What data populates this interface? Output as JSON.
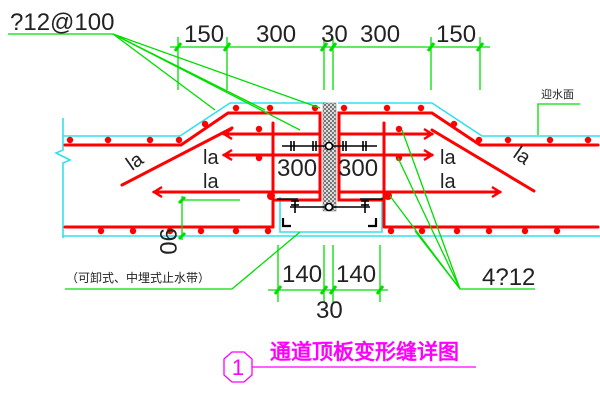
{
  "drawing": {
    "title": "通道顶板变形缝详图",
    "detail_number": "1",
    "colors": {
      "rebar": "#ff0000",
      "concrete_outline": "#33e0ee",
      "dimension": "#00dd00",
      "text": "#222222",
      "title": "#ff00ff",
      "joint_filler": "#aaaaaa",
      "waterstop": "#000000"
    }
  },
  "labels": {
    "top_rebar_callout": "?12@100",
    "bottom_rebar_callout": "4?12",
    "waterproof_face": "迎水面",
    "waterstop_note": "（可卸式、中埋式止水带）",
    "anchorage_length": "la"
  },
  "dimensions": {
    "top": [
      "150",
      "300",
      "30",
      "300",
      "150"
    ],
    "middle": [
      "300",
      "300"
    ],
    "bottom": [
      "140",
      "140"
    ],
    "bottom_gap": "30",
    "side_height": "90"
  }
}
